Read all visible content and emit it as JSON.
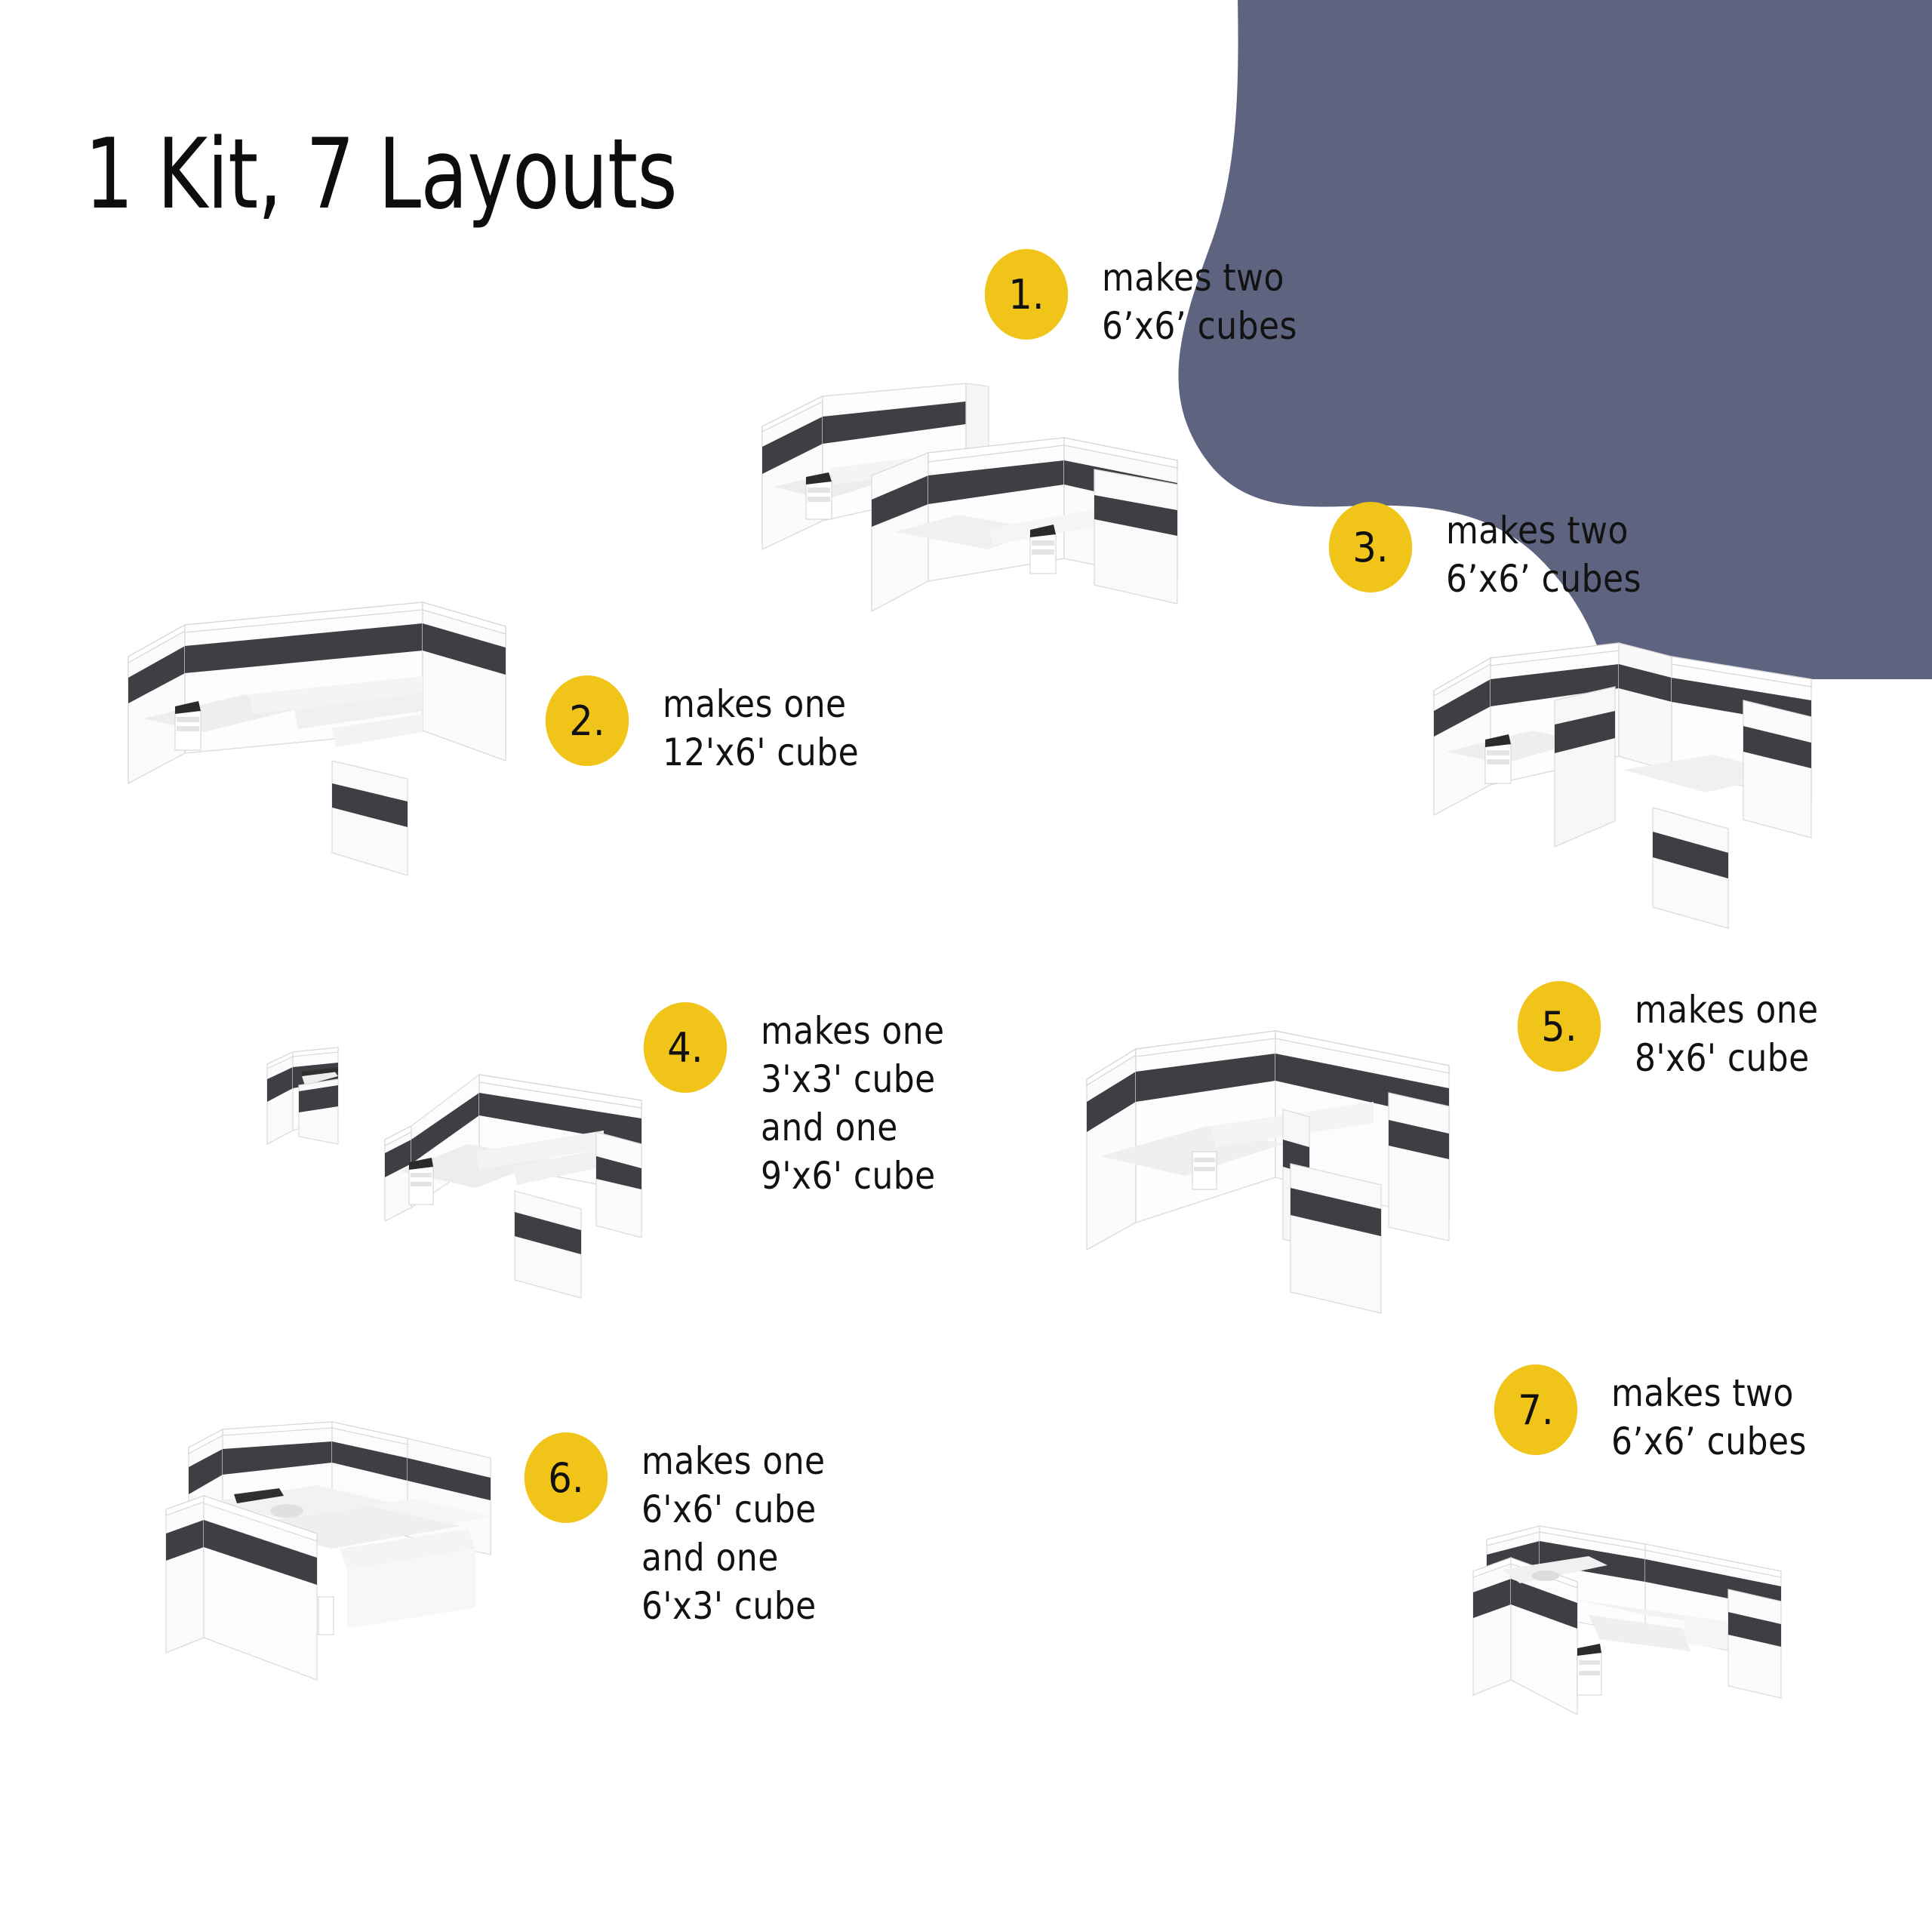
{
  "title": "1 Kit, 7 Layouts",
  "colors": {
    "accent_yellow": "#F0C419",
    "blob_purple": "#5E6380",
    "panel_white": "#FFFFFF",
    "panel_stripe": "#3D3F44",
    "frame_gray": "#D8DADE",
    "background": "#FFFFFF"
  },
  "layouts": [
    {
      "number": "1.",
      "lines": [
        "makes two",
        "6’x6’ cubes"
      ],
      "illustration": "two-6x6-cubes-back-to-back"
    },
    {
      "number": "2.",
      "lines": [
        "makes one",
        "12'x6' cube"
      ],
      "illustration": "one-12x6-cube"
    },
    {
      "number": "3.",
      "lines": [
        "makes two",
        "6’x6’ cubes"
      ],
      "illustration": "two-6x6-cubes-side-by-side"
    },
    {
      "number": "4.",
      "lines": [
        "makes one",
        "3'x3' cube",
        "and one",
        "9'x6' cube"
      ],
      "illustration": "one-3x3-and-one-9x6-cube"
    },
    {
      "number": "5.",
      "lines": [
        "makes one",
        "8'x6' cube"
      ],
      "illustration": "one-8x6-cube"
    },
    {
      "number": "6.",
      "lines": [
        "makes one",
        "6'x6' cube",
        "and one",
        "6'x3' cube"
      ],
      "illustration": "one-6x6-and-one-6x3-cube"
    },
    {
      "number": "7.",
      "lines": [
        "makes two",
        "6’x6’ cubes"
      ],
      "illustration": "two-6x6-cubes-l-shape"
    }
  ]
}
